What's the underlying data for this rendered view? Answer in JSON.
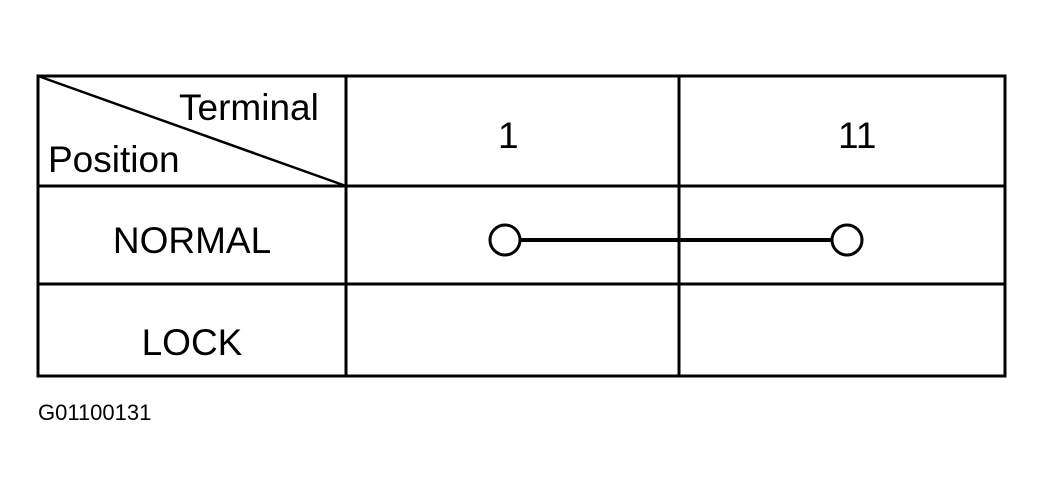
{
  "table": {
    "header_row_label": "Terminal",
    "header_col_label": "Position",
    "terminals": [
      "1",
      "11"
    ],
    "positions": [
      {
        "name": "NORMAL",
        "continuity": [
          "1",
          "11"
        ]
      },
      {
        "name": "LOCK",
        "continuity": []
      }
    ]
  },
  "figure_id": "G01100131"
}
